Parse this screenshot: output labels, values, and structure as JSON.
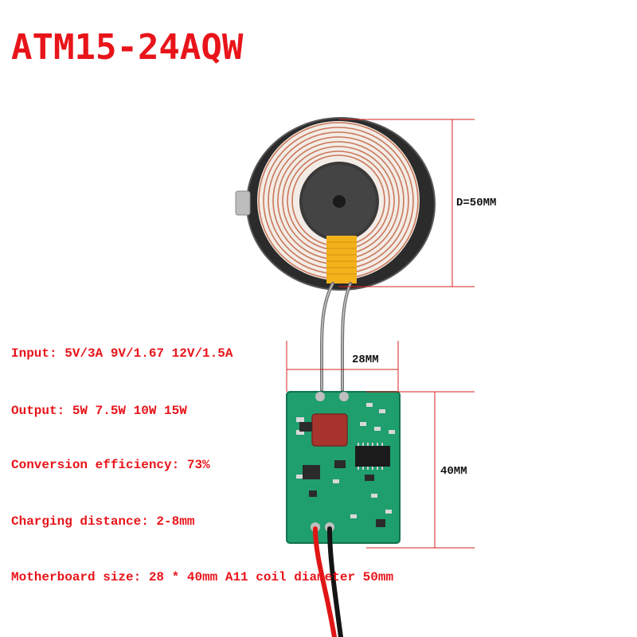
{
  "title": "ATM15-24AQW",
  "specs": {
    "input": "Input: 5V/3A 9V/1.67 12V/1.5A",
    "output": "Output: 5W 7.5W 10W 15W",
    "efficiency": "Conversion efficiency: 73%",
    "distance": "Charging distance: 2-8mm",
    "size": "Motherboard size: 28 * 40mm A11 coil diameter 50mm"
  },
  "dimensions": {
    "coil_diameter": "D=50MM",
    "board_width": "28MM",
    "board_height": "40MM"
  },
  "colors": {
    "text_accent": "#e8141a",
    "dimension_line": "#d42020",
    "pcb_green": "#1f9e6e",
    "coil_copper": "#c9785a",
    "capacitor": "#a8342e"
  }
}
